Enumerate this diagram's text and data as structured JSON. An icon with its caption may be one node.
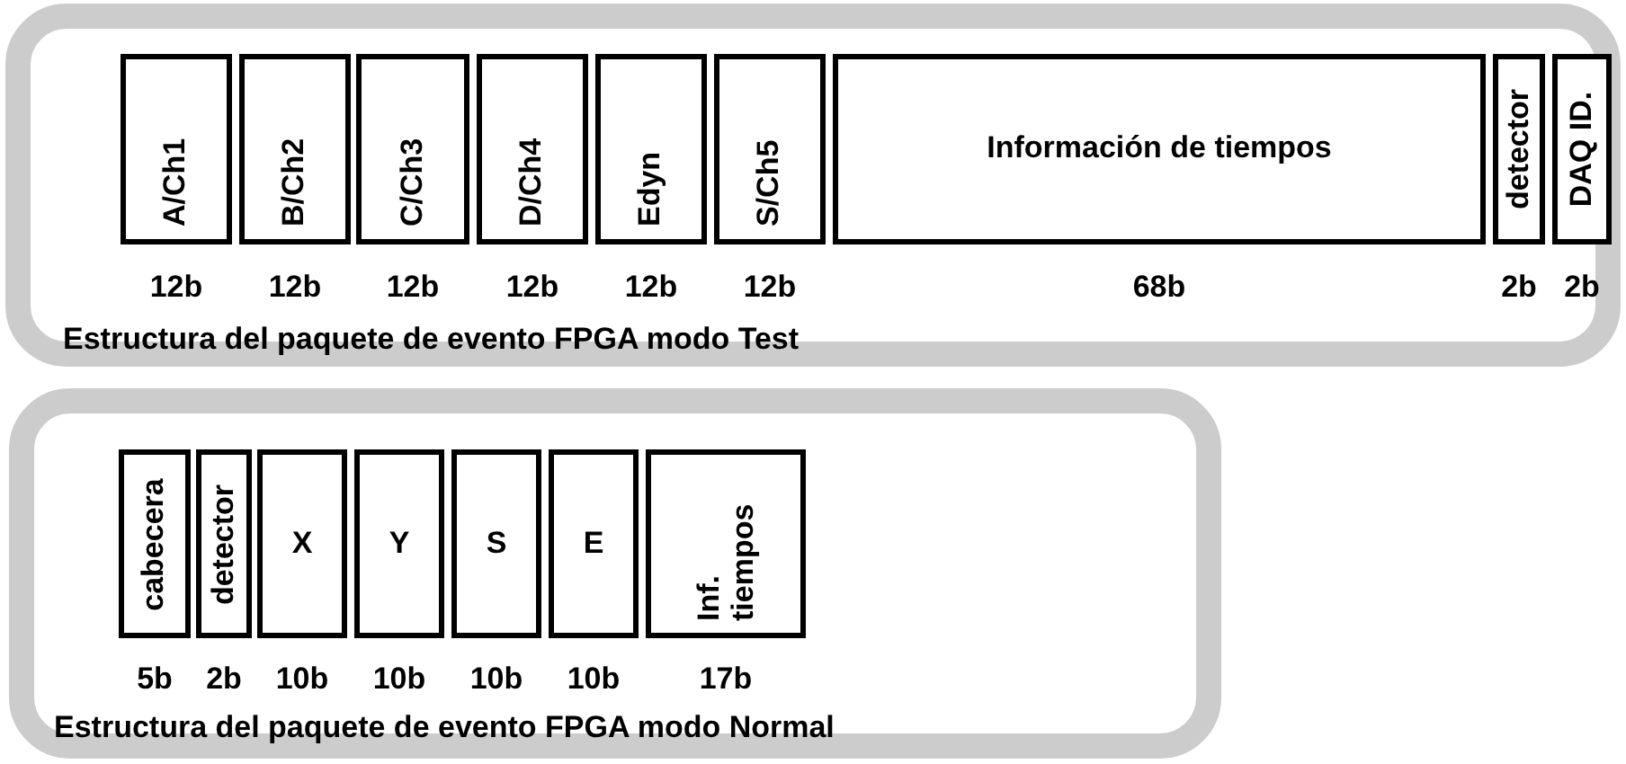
{
  "diagram": {
    "nodes": [
      {
        "text": [
          "Estructura del paquete de evento FPGA modo Test"
        ]
      },
      {
        "text": [
          "A/Ch1"
        ],
        "in": 0,
        "beside": [
          "12b"
        ]
      },
      {
        "text": [
          "B/Ch2"
        ],
        "in": 0,
        "beside": [
          "12b"
        ]
      },
      {
        "text": [
          "C/Ch3"
        ],
        "in": 0,
        "beside": [
          "12b"
        ]
      },
      {
        "text": [
          "D/Ch4"
        ],
        "in": 0,
        "beside": [
          "12b"
        ]
      },
      {
        "text": [
          "Edyn"
        ],
        "in": 0,
        "beside": [
          "12b"
        ]
      },
      {
        "text": [
          "S/Ch5"
        ],
        "in": 0,
        "beside": [
          "12b"
        ]
      },
      {
        "text": [
          "Información de tiempos"
        ],
        "in": 0,
        "beside": [
          "68b"
        ]
      },
      {
        "text": [
          "detector"
        ],
        "in": 0,
        "beside": [
          "2b"
        ]
      },
      {
        "text": [
          "DAQ ID."
        ],
        "in": 0,
        "beside": [
          "2b"
        ]
      },
      {
        "text": [
          "Estructura del paquete de evento FPGA modo Normal"
        ]
      },
      {
        "text": [
          "cabecera"
        ],
        "in": 10,
        "beside": [
          "5b"
        ]
      },
      {
        "text": [
          "detector"
        ],
        "in": 10,
        "beside": [
          "2b"
        ]
      },
      {
        "text": [
          "X"
        ],
        "in": 10,
        "beside": [
          "10b"
        ]
      },
      {
        "text": [
          "Y"
        ],
        "in": 10,
        "beside": [
          "10b"
        ]
      },
      {
        "text": [
          "S"
        ],
        "in": 10,
        "beside": [
          "10b"
        ]
      },
      {
        "text": [
          "E"
        ],
        "in": 10,
        "beside": [
          "10b"
        ]
      },
      {
        "text": [
          "Inf. tiempos"
        ],
        "in": 10,
        "beside": [
          "17b"
        ]
      }
    ],
    "edges": []
  }
}
